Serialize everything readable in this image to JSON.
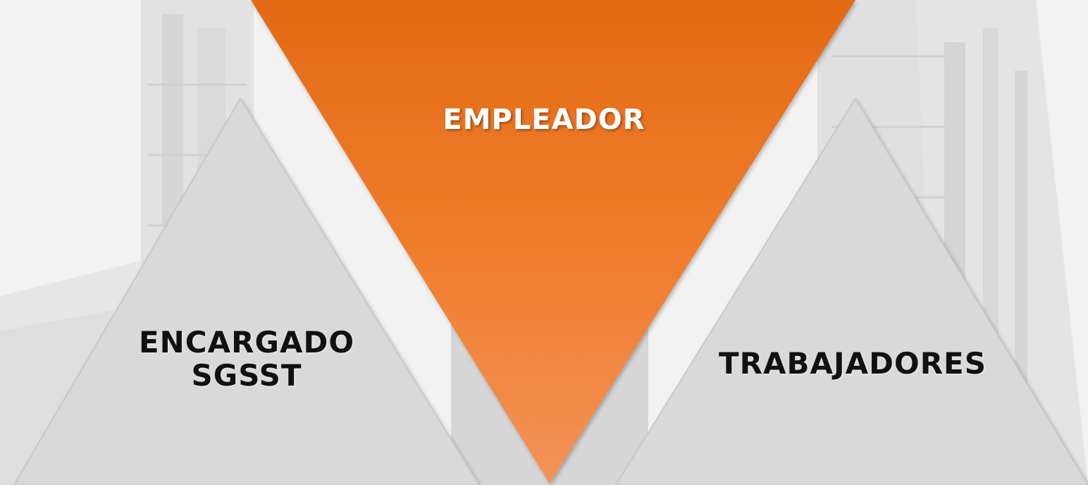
{
  "diagram": {
    "top_node": {
      "label": "EMPLEADOR",
      "color": "#ef7a25"
    },
    "left_node": {
      "label_line1": "ENCARGADO",
      "label_line2": "SGSST",
      "color": "#d9d9d9"
    },
    "right_node": {
      "label": "TRABAJADORES",
      "color": "#d9d9d9"
    }
  }
}
